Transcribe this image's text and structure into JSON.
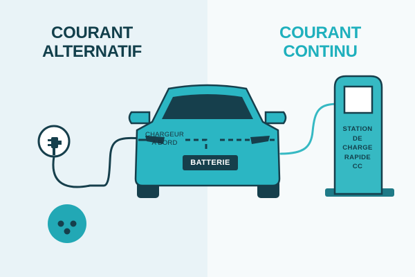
{
  "headings": {
    "ac": [
      "COURANT",
      "ALTERNATIF"
    ],
    "dc": [
      "COURANT",
      "CONTINU"
    ]
  },
  "labels": {
    "onboard_charger": [
      "CHARGEUR",
      "A BORD"
    ],
    "battery": "BATTERIE",
    "station": [
      "STATION",
      "DE",
      "CHARGE",
      "RAPIDE",
      "CC"
    ]
  },
  "colors": {
    "ac_heading": "#123f4b",
    "dc_heading": "#1fb0bd",
    "car_body": "#2bb6c3",
    "dark": "#163f4c",
    "station": "#36b9c3",
    "left_background": "#e9f3f7",
    "right_background": "#f6fafb"
  },
  "icons": [
    "ac-plug-icon",
    "socket-icon",
    "electric-car-icon",
    "charging-station-icon"
  ]
}
